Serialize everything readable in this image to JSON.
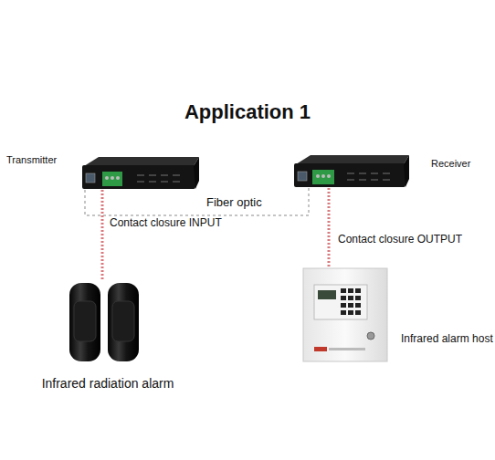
{
  "diagram": {
    "title": "Application 1",
    "nodes": [
      {
        "text": [
          "Transmitter"
        ]
      },
      {
        "text": [
          "Receiver"
        ]
      },
      {
        "text": [
          "Infrared radiation alarm"
        ]
      },
      {
        "text": [
          "Infrared alarm host"
        ]
      }
    ],
    "edges": [
      {
        "from": 0,
        "to": 1,
        "label": "Fiber optic",
        "arrow": "none"
      },
      {
        "from": 0,
        "to": 2,
        "label": "Contact closure INPUT",
        "arrow": "none"
      },
      {
        "from": 1,
        "to": 3,
        "label": "Contact closure OUTPUT",
        "arrow": "none"
      }
    ]
  }
}
